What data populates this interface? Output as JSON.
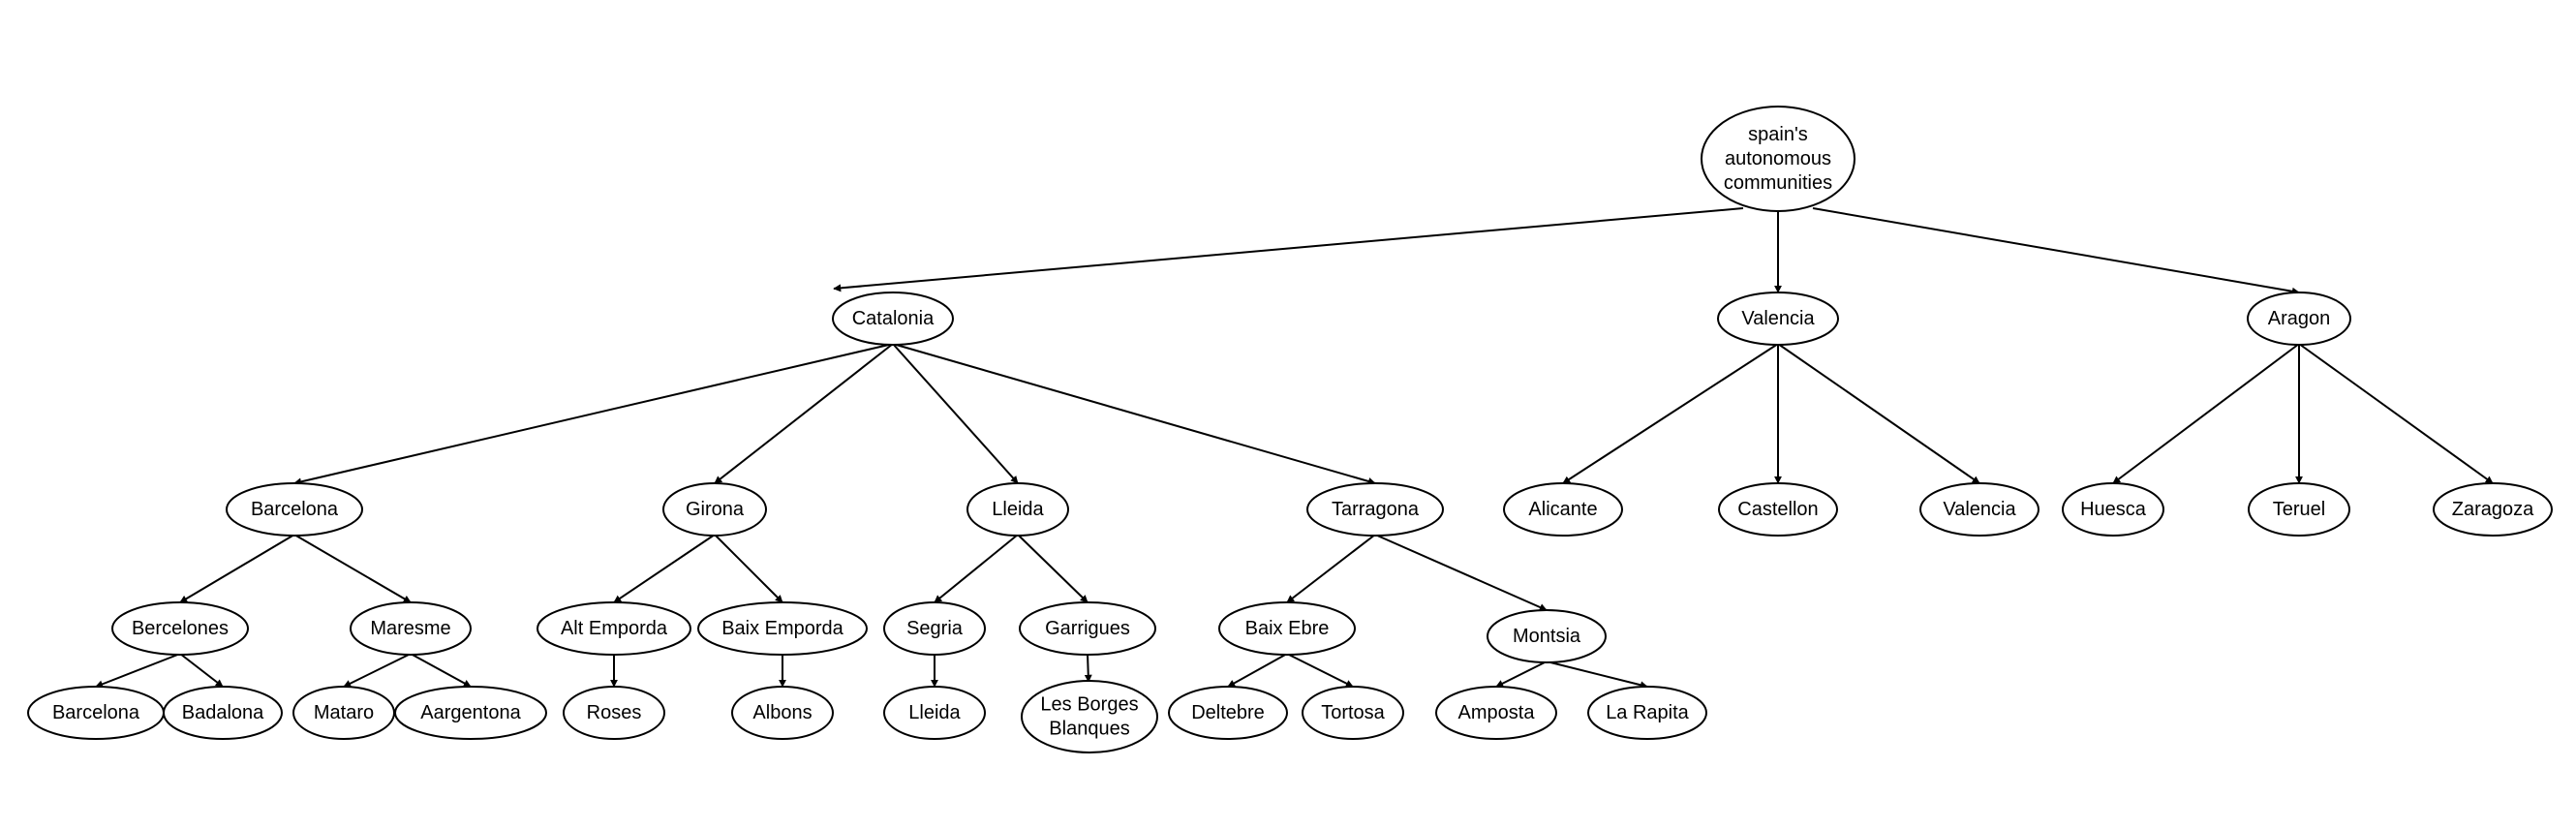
{
  "diagram": {
    "type": "tree",
    "colors": {
      "stroke": "#000000",
      "fill": "#ffffff",
      "text": "#000000"
    },
    "nodes": [
      {
        "id": "root",
        "lines": [
          "spain's",
          "autonomous",
          "communities"
        ]
      },
      {
        "id": "catalonia",
        "lines": [
          "Catalonia"
        ]
      },
      {
        "id": "valencia",
        "lines": [
          "Valencia"
        ]
      },
      {
        "id": "aragon",
        "lines": [
          "Aragon"
        ]
      },
      {
        "id": "barcelona",
        "lines": [
          "Barcelona"
        ]
      },
      {
        "id": "girona",
        "lines": [
          "Girona"
        ]
      },
      {
        "id": "lleida",
        "lines": [
          "Lleida"
        ]
      },
      {
        "id": "tarragona",
        "lines": [
          "Tarragona"
        ]
      },
      {
        "id": "alicante",
        "lines": [
          "Alicante"
        ]
      },
      {
        "id": "castellon",
        "lines": [
          "Castellon"
        ]
      },
      {
        "id": "valencia-city",
        "lines": [
          "Valencia"
        ]
      },
      {
        "id": "huesca",
        "lines": [
          "Huesca"
        ]
      },
      {
        "id": "teruel",
        "lines": [
          "Teruel"
        ]
      },
      {
        "id": "zaragoza",
        "lines": [
          "Zaragoza"
        ]
      },
      {
        "id": "bercelones",
        "lines": [
          "Bercelones"
        ]
      },
      {
        "id": "maresme",
        "lines": [
          "Maresme"
        ]
      },
      {
        "id": "alt-emporda",
        "lines": [
          "Alt Emporda"
        ]
      },
      {
        "id": "baix-emporda",
        "lines": [
          "Baix Emporda"
        ]
      },
      {
        "id": "segria",
        "lines": [
          "Segria"
        ]
      },
      {
        "id": "garrigues",
        "lines": [
          "Garrigues"
        ]
      },
      {
        "id": "baix-ebre",
        "lines": [
          "Baix Ebre"
        ]
      },
      {
        "id": "montsia",
        "lines": [
          "Montsia"
        ]
      },
      {
        "id": "barcelona-city",
        "lines": [
          "Barcelona"
        ]
      },
      {
        "id": "badalona",
        "lines": [
          "Badalona"
        ]
      },
      {
        "id": "mataro",
        "lines": [
          "Mataro"
        ]
      },
      {
        "id": "aargentona",
        "lines": [
          "Aargentona"
        ]
      },
      {
        "id": "roses",
        "lines": [
          "Roses"
        ]
      },
      {
        "id": "albons",
        "lines": [
          "Albons"
        ]
      },
      {
        "id": "lleida-city",
        "lines": [
          "Lleida"
        ]
      },
      {
        "id": "les-borges-blanques",
        "lines": [
          "Les Borges",
          "Blanques"
        ]
      },
      {
        "id": "deltebre",
        "lines": [
          "Deltebre"
        ]
      },
      {
        "id": "tortosa",
        "lines": [
          "Tortosa"
        ]
      },
      {
        "id": "amposta",
        "lines": [
          "Amposta"
        ]
      },
      {
        "id": "la-rapita",
        "lines": [
          "La Rapita"
        ]
      }
    ],
    "edges": [
      [
        "root",
        "catalonia"
      ],
      [
        "root",
        "valencia"
      ],
      [
        "root",
        "aragon"
      ],
      [
        "catalonia",
        "barcelona"
      ],
      [
        "catalonia",
        "girona"
      ],
      [
        "catalonia",
        "lleida"
      ],
      [
        "catalonia",
        "tarragona"
      ],
      [
        "valencia",
        "alicante"
      ],
      [
        "valencia",
        "castellon"
      ],
      [
        "valencia",
        "valencia-city"
      ],
      [
        "aragon",
        "huesca"
      ],
      [
        "aragon",
        "teruel"
      ],
      [
        "aragon",
        "zaragoza"
      ],
      [
        "barcelona",
        "bercelones"
      ],
      [
        "barcelona",
        "maresme"
      ],
      [
        "girona",
        "alt-emporda"
      ],
      [
        "girona",
        "baix-emporda"
      ],
      [
        "lleida",
        "segria"
      ],
      [
        "lleida",
        "garrigues"
      ],
      [
        "tarragona",
        "baix-ebre"
      ],
      [
        "tarragona",
        "montsia"
      ],
      [
        "bercelones",
        "barcelona-city"
      ],
      [
        "bercelones",
        "badalona"
      ],
      [
        "maresme",
        "mataro"
      ],
      [
        "maresme",
        "aargentona"
      ],
      [
        "alt-emporda",
        "roses"
      ],
      [
        "baix-emporda",
        "albons"
      ],
      [
        "segria",
        "lleida-city"
      ],
      [
        "garrigues",
        "les-borges-blanques"
      ],
      [
        "baix-ebre",
        "deltebre"
      ],
      [
        "baix-ebre",
        "tortosa"
      ],
      [
        "montsia",
        "amposta"
      ],
      [
        "montsia",
        "la-rapita"
      ]
    ]
  }
}
